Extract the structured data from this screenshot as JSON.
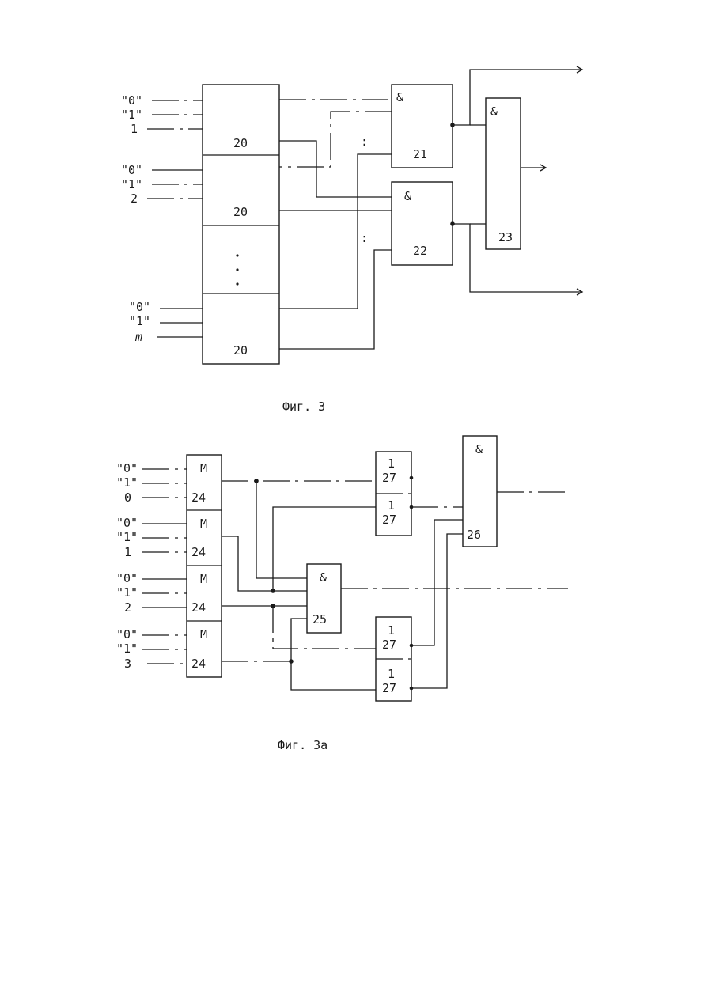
{
  "fig3": {
    "inputs": {
      "g1": [
        "\"0\"",
        "\"1\"",
        "1"
      ],
      "g2": [
        "\"0\"",
        "\"1\"",
        "2"
      ],
      "gm": [
        "\"0\"",
        "\"1\"",
        "m"
      ]
    },
    "block_20": "20",
    "gate_and": "&",
    "num_21": "21",
    "num_22": "22",
    "num_23": "23",
    "ellipsis_colon": ":",
    "caption": "Фиг. 3"
  },
  "fig3a": {
    "inputs": {
      "r0": [
        "\"0\"",
        "\"1\"",
        "0"
      ],
      "r1": [
        "\"0\"",
        "\"1\"",
        "1"
      ],
      "r2": [
        "\"0\"",
        "\"1\"",
        "2"
      ],
      "r3": [
        "\"0\"",
        "\"1\"",
        "3"
      ]
    },
    "cell_m": "M",
    "num_24": "24",
    "gate_and": "&",
    "num_25": "25",
    "num_26": "26",
    "gate_one": "1",
    "num_27": "27",
    "caption": "Фиг.  3а"
  }
}
